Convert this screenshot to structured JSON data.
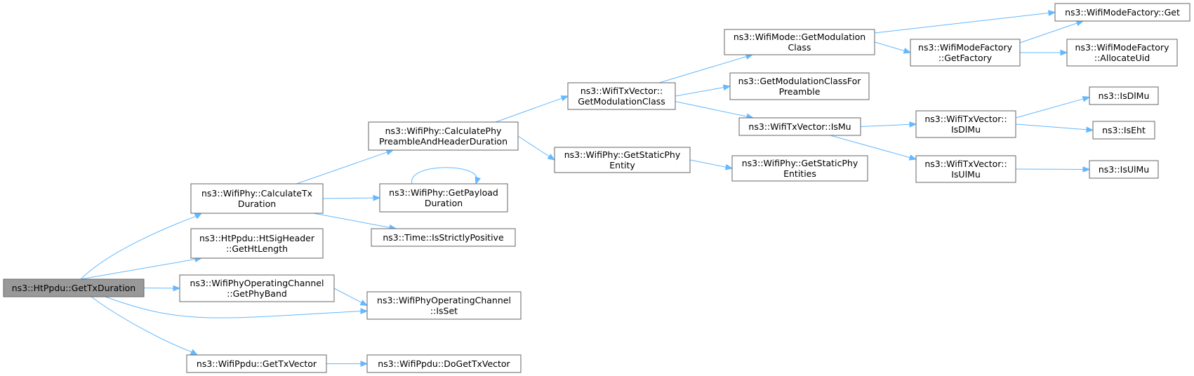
{
  "graph": {
    "nodes": {
      "root": {
        "lines": [
          "ns3::HtPpdu::GetTxDuration"
        ]
      },
      "calcTxDuration": {
        "lines": [
          "ns3::WifiPhy::CalculateTx",
          "Duration"
        ]
      },
      "htSigGetHtLength": {
        "lines": [
          "ns3::HtPpdu::HtSigHeader",
          "::GetHtLength"
        ]
      },
      "opChGetPhyBand": {
        "lines": [
          "ns3::WifiPhyOperatingChannel",
          "::GetPhyBand"
        ]
      },
      "opChIsSet": {
        "lines": [
          "ns3::WifiPhyOperatingChannel",
          "::IsSet"
        ]
      },
      "ppduGetTxVector": {
        "lines": [
          "ns3::WifiPpdu::GetTxVector"
        ]
      },
      "ppduDoGetTxVector": {
        "lines": [
          "ns3::WifiPpdu::DoGetTxVector"
        ]
      },
      "calcPhyPreamble": {
        "lines": [
          "ns3::WifiPhy::CalculatePhy",
          "PreambleAndHeaderDuration"
        ]
      },
      "getPayloadDuration": {
        "lines": [
          "ns3::WifiPhy::GetPayload",
          "Duration"
        ]
      },
      "timeIsStrictlyPositive": {
        "lines": [
          "ns3::Time::IsStrictlyPositive"
        ]
      },
      "txVecGetModClass": {
        "lines": [
          "ns3::WifiTxVector::",
          "GetModulationClass"
        ]
      },
      "getStaticPhyEntity": {
        "lines": [
          "ns3::WifiPhy::GetStaticPhy",
          "Entity"
        ]
      },
      "modeGetModClass": {
        "lines": [
          "ns3::WifiMode::GetModulation",
          "Class"
        ]
      },
      "getModClassForPreamble": {
        "lines": [
          "ns3::GetModulationClassFor",
          "Preamble"
        ]
      },
      "txVecIsMu": {
        "lines": [
          "ns3::WifiTxVector::IsMu"
        ]
      },
      "getStaticPhyEntities": {
        "lines": [
          "ns3::WifiPhy::GetStaticPhy",
          "Entities"
        ]
      },
      "factoryGet": {
        "lines": [
          "ns3::WifiModeFactory::Get"
        ]
      },
      "factoryGetFactory": {
        "lines": [
          "ns3::WifiModeFactory",
          "::GetFactory"
        ]
      },
      "factoryAllocateUid": {
        "lines": [
          "ns3::WifiModeFactory",
          "::AllocateUid"
        ]
      },
      "txVecIsDlMu": {
        "lines": [
          "ns3::WifiTxVector::",
          "IsDlMu"
        ]
      },
      "txVecIsUlMu": {
        "lines": [
          "ns3::WifiTxVector::",
          "IsUlMu"
        ]
      },
      "isDlMu": {
        "lines": [
          "ns3::IsDlMu"
        ]
      },
      "isEht": {
        "lines": [
          "ns3::IsEht"
        ]
      },
      "isUlMu": {
        "lines": [
          "ns3::IsUlMu"
        ]
      }
    },
    "edges": [
      [
        "root",
        "calcTxDuration"
      ],
      [
        "root",
        "htSigGetHtLength"
      ],
      [
        "root",
        "opChGetPhyBand"
      ],
      [
        "root",
        "opChIsSet"
      ],
      [
        "root",
        "ppduGetTxVector"
      ],
      [
        "calcTxDuration",
        "calcPhyPreamble"
      ],
      [
        "calcTxDuration",
        "getPayloadDuration"
      ],
      [
        "calcTxDuration",
        "timeIsStrictlyPositive"
      ],
      [
        "getPayloadDuration",
        "getPayloadDuration"
      ],
      [
        "opChGetPhyBand",
        "opChIsSet"
      ],
      [
        "ppduGetTxVector",
        "ppduDoGetTxVector"
      ],
      [
        "calcPhyPreamble",
        "txVecGetModClass"
      ],
      [
        "calcPhyPreamble",
        "getStaticPhyEntity"
      ],
      [
        "txVecGetModClass",
        "modeGetModClass"
      ],
      [
        "txVecGetModClass",
        "getModClassForPreamble"
      ],
      [
        "txVecGetModClass",
        "txVecIsMu"
      ],
      [
        "getStaticPhyEntity",
        "getStaticPhyEntities"
      ],
      [
        "modeGetModClass",
        "factoryGet"
      ],
      [
        "modeGetModClass",
        "factoryGetFactory"
      ],
      [
        "factoryGetFactory",
        "factoryGet"
      ],
      [
        "factoryGetFactory",
        "factoryAllocateUid"
      ],
      [
        "txVecIsMu",
        "txVecIsDlMu"
      ],
      [
        "txVecIsMu",
        "txVecIsUlMu"
      ],
      [
        "txVecIsDlMu",
        "isDlMu"
      ],
      [
        "txVecIsDlMu",
        "isEht"
      ],
      [
        "txVecIsUlMu",
        "isUlMu"
      ]
    ]
  },
  "colors": {
    "edge": "#63b8ff",
    "border": "#666666",
    "root_fill": "#999999",
    "node_fill": "#ffffff"
  }
}
